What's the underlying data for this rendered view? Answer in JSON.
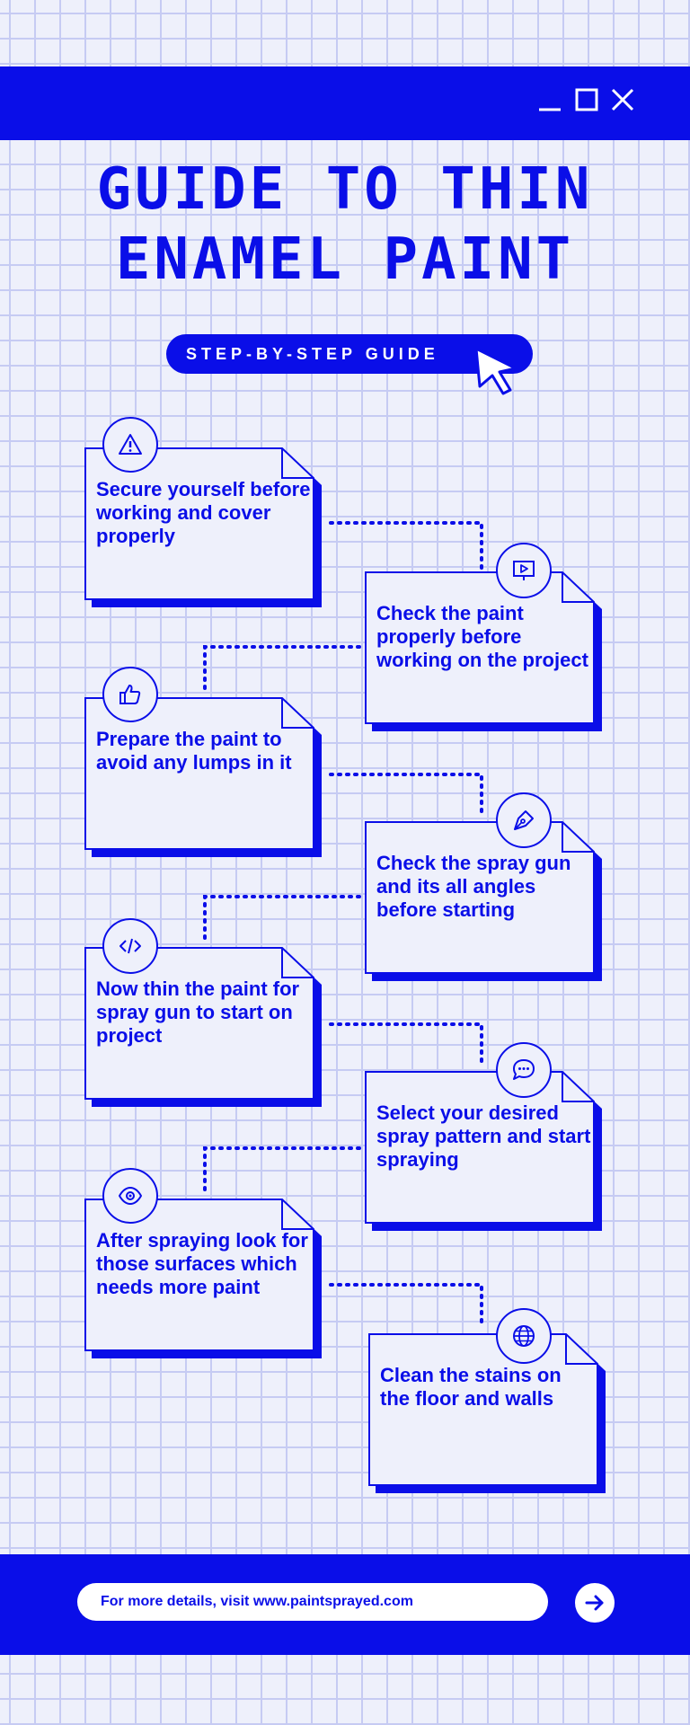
{
  "window": {
    "controls": [
      {
        "name": "minimize-icon"
      },
      {
        "name": "maximize-icon"
      },
      {
        "name": "close-icon"
      }
    ]
  },
  "title": {
    "line1": "GUIDE TO THIN",
    "line2": "ENAMEL PAINT"
  },
  "subtitle": "STEP-BY-STEP GUIDE",
  "steps": [
    {
      "text": "Secure yourself before working and cover properly",
      "icon": "warning-icon"
    },
    {
      "text": "Check the paint properly before working on the project",
      "icon": "presentation-icon"
    },
    {
      "text": "Prepare the paint to avoid any lumps in it",
      "icon": "thumbs-up-icon"
    },
    {
      "text": "Check the spray gun and its all angles before starting",
      "icon": "pen-nib-icon"
    },
    {
      "text": "Now thin the paint for spray gun to start on project",
      "icon": "code-icon"
    },
    {
      "text": "Select your desired spray pattern and start spraying",
      "icon": "chat-bubble-icon"
    },
    {
      "text": "After spraying look for those surfaces which needs more paint",
      "icon": "eye-icon"
    },
    {
      "text": "Clean the stains on the floor and walls",
      "icon": "globe-icon"
    }
  ],
  "footer": {
    "text": "For more details, visit www.paintsprayed.com",
    "arrow_icon": "arrow-right-icon"
  },
  "colors": {
    "accent": "#0a0ee8",
    "background": "#eef0fb",
    "grid": "#c6cbf3"
  }
}
